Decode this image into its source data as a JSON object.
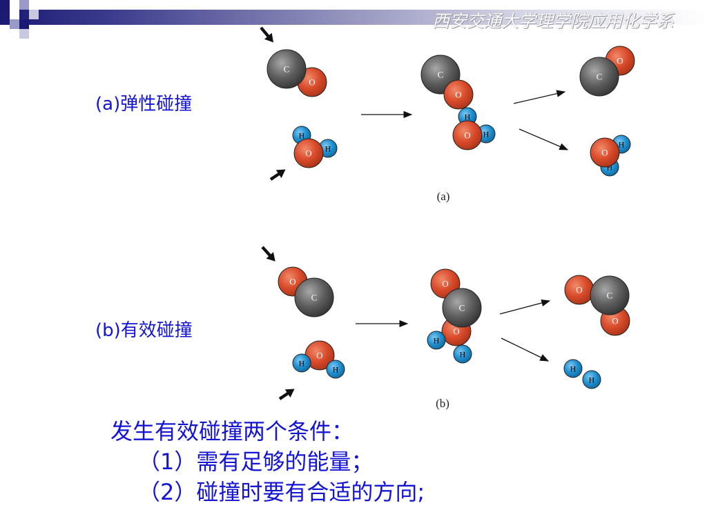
{
  "header": {
    "school_name": "西安交通大学理学院应用化学系"
  },
  "panels": [
    {
      "id": "a",
      "label": "(a)弹性碰撞",
      "caption": "(a)",
      "arrows": 3,
      "atoms": [
        {
          "group": "reactant-co",
          "el": "O",
          "label": "O"
        },
        {
          "group": "reactant-co",
          "el": "C",
          "label": "C"
        },
        {
          "group": "reactant-h2o",
          "el": "H",
          "label": "H"
        },
        {
          "group": "reactant-h2o",
          "el": "H",
          "label": "H"
        },
        {
          "group": "reactant-h2o",
          "el": "O",
          "label": "O"
        },
        {
          "group": "collision",
          "el": "C",
          "label": "C"
        },
        {
          "group": "collision",
          "el": "O",
          "label": "O"
        },
        {
          "group": "collision",
          "el": "H",
          "label": "H"
        },
        {
          "group": "collision",
          "el": "H",
          "label": "H"
        },
        {
          "group": "collision",
          "el": "O",
          "label": "O"
        },
        {
          "group": "product-co",
          "el": "O",
          "label": "O"
        },
        {
          "group": "product-co",
          "el": "C",
          "label": "C"
        },
        {
          "group": "product-h2o",
          "el": "H",
          "label": "H"
        },
        {
          "group": "product-h2o",
          "el": "H",
          "label": "H"
        },
        {
          "group": "product-h2o",
          "el": "O",
          "label": "O"
        }
      ]
    },
    {
      "id": "b",
      "label": "(b)有效碰撞",
      "caption": "(b)",
      "arrows": 3,
      "atoms": [
        {
          "group": "reactant-co",
          "el": "O",
          "label": "O"
        },
        {
          "group": "reactant-co",
          "el": "C",
          "label": "C"
        },
        {
          "group": "reactant-h2o",
          "el": "O",
          "label": "O"
        },
        {
          "group": "reactant-h2o",
          "el": "H",
          "label": "H"
        },
        {
          "group": "reactant-h2o",
          "el": "H",
          "label": "H"
        },
        {
          "group": "collision",
          "el": "O",
          "label": "O"
        },
        {
          "group": "collision",
          "el": "O",
          "label": "O"
        },
        {
          "group": "collision",
          "el": "C",
          "label": "C"
        },
        {
          "group": "collision",
          "el": "H",
          "label": "H"
        },
        {
          "group": "collision",
          "el": "H",
          "label": "H"
        },
        {
          "group": "product-co2",
          "el": "O",
          "label": "O"
        },
        {
          "group": "product-co2",
          "el": "O",
          "label": "O"
        },
        {
          "group": "product-co2",
          "el": "C",
          "label": "C"
        },
        {
          "group": "product-h2",
          "el": "H",
          "label": "H"
        },
        {
          "group": "product-h2",
          "el": "H",
          "label": "H"
        }
      ]
    }
  ],
  "colors": {
    "carbon": "#5a5a5a",
    "oxygen": "#d84a2a",
    "hydrogen": "#1e8fd0",
    "label_blue": "#1414d4"
  },
  "notes": {
    "title": "发生有效碰撞两个条件：",
    "cond1": "（1）需有足够的能量；",
    "cond2": "（2）碰撞时要有合适的方向;"
  }
}
